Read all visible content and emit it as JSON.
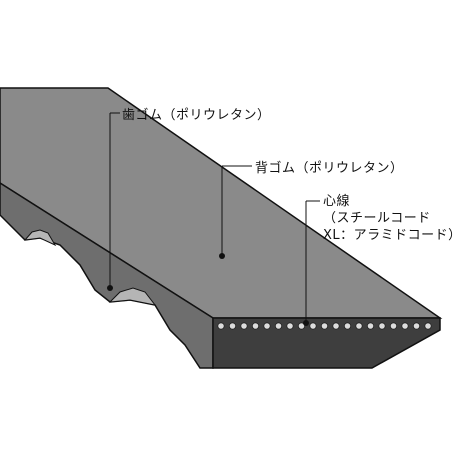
{
  "labels": {
    "tooth_rubber": "歯ゴム（ポリウレタン）",
    "back_rubber": "背ゴム（ポリウレタン）",
    "core_title": "心線",
    "core_steel": "（スチールコード",
    "core_xl": "XL：アラミドコード）"
  },
  "colors": {
    "belt_top": "#8a8a8a",
    "belt_face": "#3e3e3e",
    "belt_teeth": "#6e6e6e",
    "cord": "#dcdcdc",
    "outline": "#111111"
  }
}
